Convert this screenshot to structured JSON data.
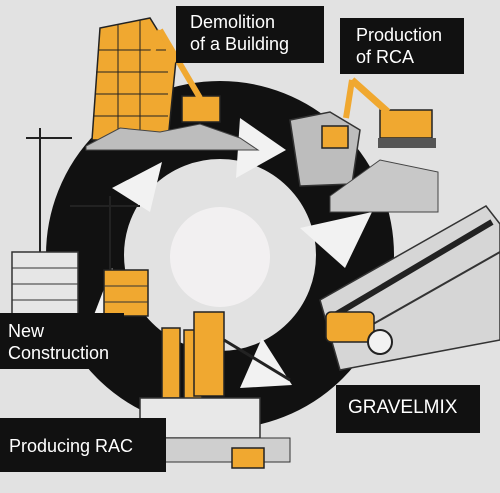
{
  "labels": {
    "demolition": "Demolition\nof a Building",
    "production_rca": "Production\nof RCA",
    "new_construction": "New\nConstruction",
    "gravelmix": "GRAVELMIX",
    "producing_rac": "Producing RAC"
  },
  "colors": {
    "background": "#e2e2e2",
    "cycle_arrows": "#111111",
    "hub": "#f2f0f1",
    "machinery_accent": "#f0a830",
    "label_background": "#111111",
    "label_text": "#ffffff"
  }
}
